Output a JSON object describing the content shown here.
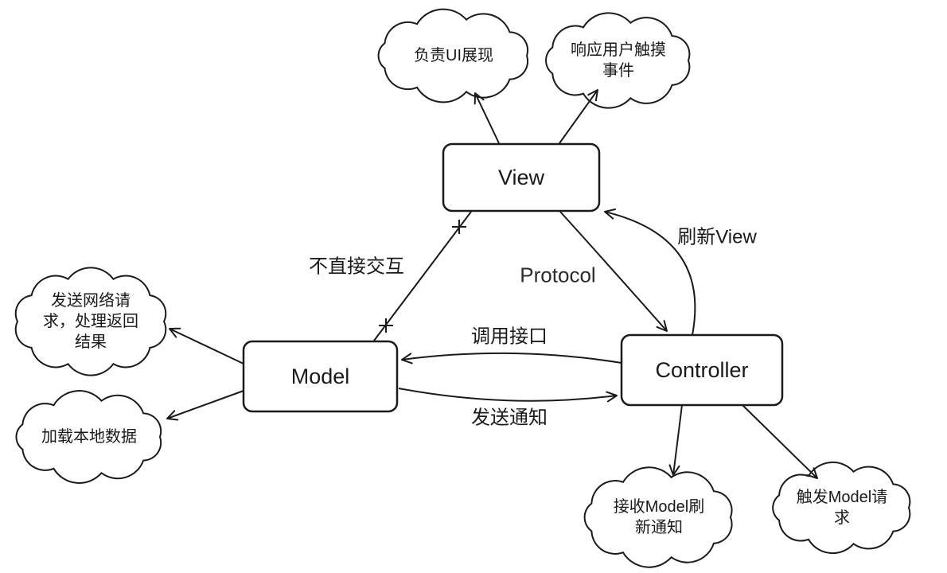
{
  "diagram": {
    "nodes": {
      "view": {
        "label": "View"
      },
      "model": {
        "label": "Model"
      },
      "controller": {
        "label": "Controller"
      }
    },
    "clouds": {
      "ui_display": {
        "text": "负责UI展现"
      },
      "touch_events": {
        "text": "响应用户触摸\n事件"
      },
      "network_request": {
        "text": "发送网络请\n求，处理返回\n结果"
      },
      "local_data": {
        "text": "加载本地数据"
      },
      "receive_notification": {
        "text": "接收Model刷\n新通知"
      },
      "trigger_request": {
        "text": "触发Model请\n求"
      }
    },
    "edges": {
      "no_direct_interaction": {
        "label": "不直接交互"
      },
      "protocol": {
        "label": "Protocol"
      },
      "refresh_view": {
        "label": "刷新View"
      },
      "call_interface": {
        "label": "调用接口"
      },
      "send_notification": {
        "label": "发送通知"
      }
    },
    "colors": {
      "stroke": "#1a1a1a",
      "fill": "#ffffff",
      "background": "#ffffff"
    }
  }
}
